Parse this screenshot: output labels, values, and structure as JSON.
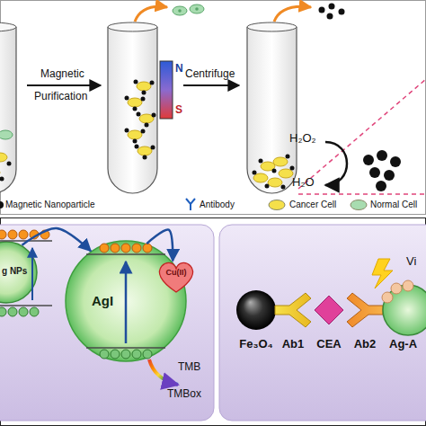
{
  "diagram": {
    "nodes": [
      {
        "text": [
          "N",
          "S"
        ]
      },
      {
        "text": [
          "g NPs"
        ]
      },
      {
        "text": [
          "AgI"
        ]
      },
      {
        "text": [
          "Cu(II)"
        ]
      },
      {
        "text": [
          "Fe₃O₄"
        ]
      },
      {
        "text": [
          "Ab1"
        ]
      },
      {
        "text": [
          "CEA"
        ]
      },
      {
        "text": [
          "Ab2"
        ]
      },
      {
        "text": [
          "Ag-A"
        ]
      }
    ],
    "edges": [
      {
        "from": 1,
        "to": 2,
        "arrow": "to"
      },
      {
        "from": 2,
        "to": 3,
        "arrow": "to"
      }
    ],
    "labels": [
      "Magnetic",
      "Purification",
      "Centrifuge",
      "H₂O₂",
      "H₂O",
      "TMB",
      "TMBox",
      "Vi"
    ],
    "legend": [
      {
        "text": "Magnetic Nanoparticle"
      },
      {
        "text": "Antibody"
      },
      {
        "text": "Cancer Cell",
        "color": "#f5e04a"
      },
      {
        "text": "Normal Cell",
        "color": "#a8dcb0"
      }
    ]
  }
}
